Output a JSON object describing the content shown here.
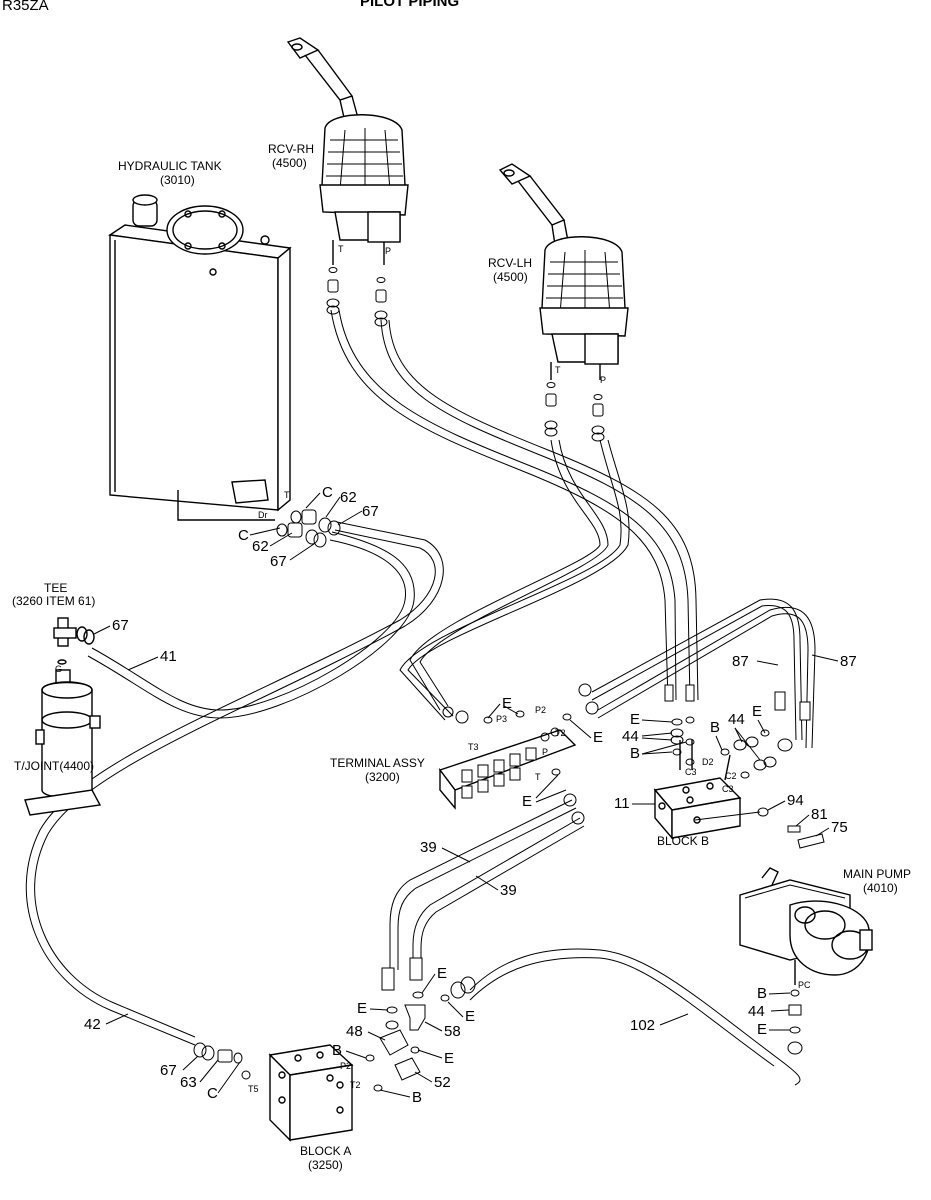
{
  "header": {
    "model": "R35ZA",
    "title": "PILOT PIPING"
  },
  "components": {
    "hydraulic_tank": {
      "name": "HYDRAULIC TANK",
      "code": "(3010)"
    },
    "rcv_rh": {
      "name": "RCV-RH",
      "code": "(4500)"
    },
    "rcv_lh": {
      "name": "RCV-LH",
      "code": "(4500)"
    },
    "tee": {
      "name": "TEE",
      "code": "(3260 ITEM 61)"
    },
    "tjoint": {
      "name": "T/JOINT(4400)"
    },
    "terminal": {
      "name": "TERMINAL ASSY",
      "code": "(3200)"
    },
    "block_b": {
      "name": "BLOCK B"
    },
    "block_a": {
      "name": "BLOCK A",
      "code": "(3250)"
    },
    "main_pump": {
      "name": "MAIN PUMP",
      "code": "(4010)"
    }
  },
  "ports": {
    "rh_t": "T",
    "rh_p": "P",
    "lh_t": "T",
    "lh_p": "P",
    "tank_t": "T",
    "tank_dr": "Dr",
    "tee_g": "G",
    "term_p2": "P2",
    "term_p3": "P3",
    "term_t2": "T2",
    "term_t3": "T3",
    "term_p": "P",
    "term_t": "T",
    "blk_c3": "C3",
    "blk_c3b": "C3",
    "blk_d2": "D2",
    "blk_c2": "C2",
    "blka_p2": "P2",
    "blka_t2": "T2",
    "blka_t5": "T5",
    "pump_pc": "PC"
  },
  "callouts": {
    "c_tank1": "C",
    "n62_a": "62",
    "n67_a": "67",
    "c_tank2": "C",
    "n62_b": "62",
    "n67_b": "67",
    "n67_tee": "67",
    "n41": "41",
    "e_term1": "E",
    "e_term2": "E",
    "e_term3": "E",
    "e_blkb": "E",
    "n44_a": "44",
    "b_blkb1": "B",
    "b_blkb2": "B",
    "n44_b": "44",
    "e_blkb2": "E",
    "n87_a": "87",
    "n87_b": "87",
    "n11": "11",
    "n94": "94",
    "n81": "81",
    "n75": "75",
    "n39_a": "39",
    "n39_b": "39",
    "n42": "42",
    "n102": "102",
    "b_pump": "B",
    "n44_pump": "44",
    "e_pump": "E",
    "e_a1": "E",
    "n48": "48",
    "b_a1": "B",
    "e_a2": "E",
    "e_a3": "E",
    "n58": "58",
    "e_a4": "E",
    "n52": "52",
    "b_a2": "B",
    "n67_c": "67",
    "n63": "63",
    "c_a": "C"
  }
}
